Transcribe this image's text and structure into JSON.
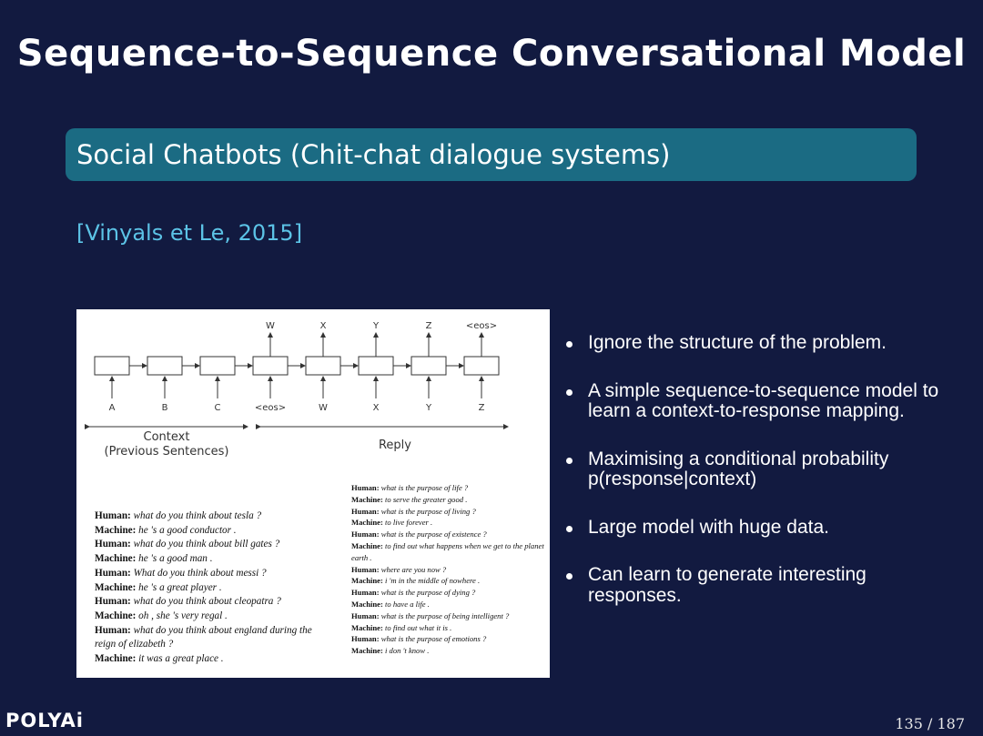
{
  "slide": {
    "title": "Sequence-to-Sequence Conversational Model",
    "block_title": "Social Chatbots (Chit-chat dialogue systems)",
    "citation": "[Vinyals et Le, 2015]",
    "logo": "POLYAi",
    "page_number": "135 / 187"
  },
  "diagram": {
    "inputs": [
      "A",
      "B",
      "C",
      "<eos>",
      "W",
      "X",
      "Y",
      "Z"
    ],
    "outputs": [
      "W",
      "X",
      "Y",
      "Z",
      "<eos>"
    ],
    "context_label": "Context",
    "context_sublabel": "(Previous Sentences)",
    "reply_label": "Reply"
  },
  "conversation_left": [
    {
      "speaker": "Human:",
      "text": "what do you think about tesla ?"
    },
    {
      "speaker": "Machine:",
      "text": "he 's a good conductor ."
    },
    {
      "speaker": "Human:",
      "text": "what do you think about bill gates ?"
    },
    {
      "speaker": "Machine:",
      "text": "he 's a good man ."
    },
    {
      "speaker": "Human:",
      "text": "What do you think about messi ?"
    },
    {
      "speaker": "Machine:",
      "text": "he 's a great player ."
    },
    {
      "speaker": "Human:",
      "text": "what do you think about cleopatra ?"
    },
    {
      "speaker": "Machine:",
      "text": "oh , she 's very regal ."
    },
    {
      "speaker": "Human:",
      "text": "what do you think about england during the reign of elizabeth ?"
    },
    {
      "speaker": "Machine:",
      "text": "it was a great place ."
    }
  ],
  "conversation_right": [
    {
      "speaker": "Human:",
      "text": "what is the purpose of life ?"
    },
    {
      "speaker": "Machine:",
      "text": "to serve the greater good ."
    },
    {
      "speaker": "Human:",
      "text": "what is the purpose of living ?"
    },
    {
      "speaker": "Machine:",
      "text": "to live forever ."
    },
    {
      "speaker": "Human:",
      "text": "what is the purpose of existence ?"
    },
    {
      "speaker": "Machine:",
      "text": "to find out what happens when we get to the planet earth ."
    },
    {
      "speaker": "Human:",
      "text": "where are you now ?"
    },
    {
      "speaker": "Machine:",
      "text": "i 'm in the middle of nowhere ."
    },
    {
      "speaker": "Human:",
      "text": "what is the purpose of dying ?"
    },
    {
      "speaker": "Machine:",
      "text": "to have a life ."
    },
    {
      "speaker": "Human:",
      "text": "what is the purpose of being intelligent ?"
    },
    {
      "speaker": "Machine:",
      "text": "to find out what it is ."
    },
    {
      "speaker": "Human:",
      "text": "what is the purpose of emotions ?"
    },
    {
      "speaker": "Machine:",
      "text": "i don 't know ."
    }
  ],
  "bullets": [
    "Ignore the structure of the problem.",
    "A simple sequence-to-sequence model to learn a context-to-response mapping.",
    "Maximising a conditional probability p(response|context)",
    "Large model with huge data.",
    "Can learn to generate interesting responses."
  ]
}
